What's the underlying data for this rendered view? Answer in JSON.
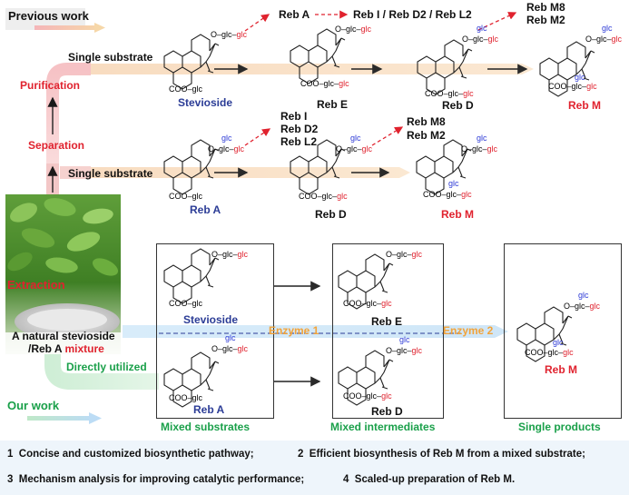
{
  "header": {
    "previous_work": "Previous work",
    "our_work": "Our work"
  },
  "process_steps": {
    "purification": "Purification",
    "separation": "Separation",
    "extraction": "Extraction",
    "directly_utilized": "Directly utilized"
  },
  "source": {
    "line1": "A natural stevioside",
    "line2": "/Reb A ",
    "line2_highlight": "mixture"
  },
  "route1": {
    "single_substrate": "Single substrate",
    "compounds": [
      "Stevioside",
      "Reb E",
      "Reb D",
      "Reb M"
    ],
    "side_reaction": "Reb A",
    "side_products": "Reb I / Reb D2 / Reb L2",
    "side_products_2": [
      "Reb M8",
      "Reb M2"
    ]
  },
  "route2": {
    "single_substrate": "Single substrate",
    "compounds": [
      "Reb A",
      "Reb D",
      "Reb M"
    ],
    "side_products_1": [
      "Reb I",
      "Reb D2",
      "Reb L2"
    ],
    "side_products_2": [
      "Reb M8",
      "Reb M2"
    ]
  },
  "our_route": {
    "substrates": [
      "Stevioside",
      "Reb A"
    ],
    "intermediates": [
      "Reb E",
      "Reb D"
    ],
    "product": "Reb M",
    "enzyme1": "Enzyme 1",
    "enzyme2": "Enzyme 2",
    "box_labels": [
      "Mixed substrates",
      "Mixed intermediates",
      "Single products"
    ]
  },
  "structure_labels": {
    "glc": "glc",
    "coo": "COO",
    "o": "O"
  },
  "highlights": [
    {
      "num": "1",
      "text": "Concise and customized biosynthetic pathway;"
    },
    {
      "num": "2",
      "text": "Efficient biosynthesis of Reb M from a mixed substrate;"
    },
    {
      "num": "3",
      "text": "Mechanism analysis for improving catalytic performance;"
    },
    {
      "num": "4",
      "text": "Scaled-up preparation of Reb M."
    }
  ],
  "colors": {
    "red": "#e0222e",
    "blue": "#2b3c96",
    "green": "#1aa04a",
    "orange": "#f2a33a",
    "glc_blue": "#2d3ad6"
  }
}
